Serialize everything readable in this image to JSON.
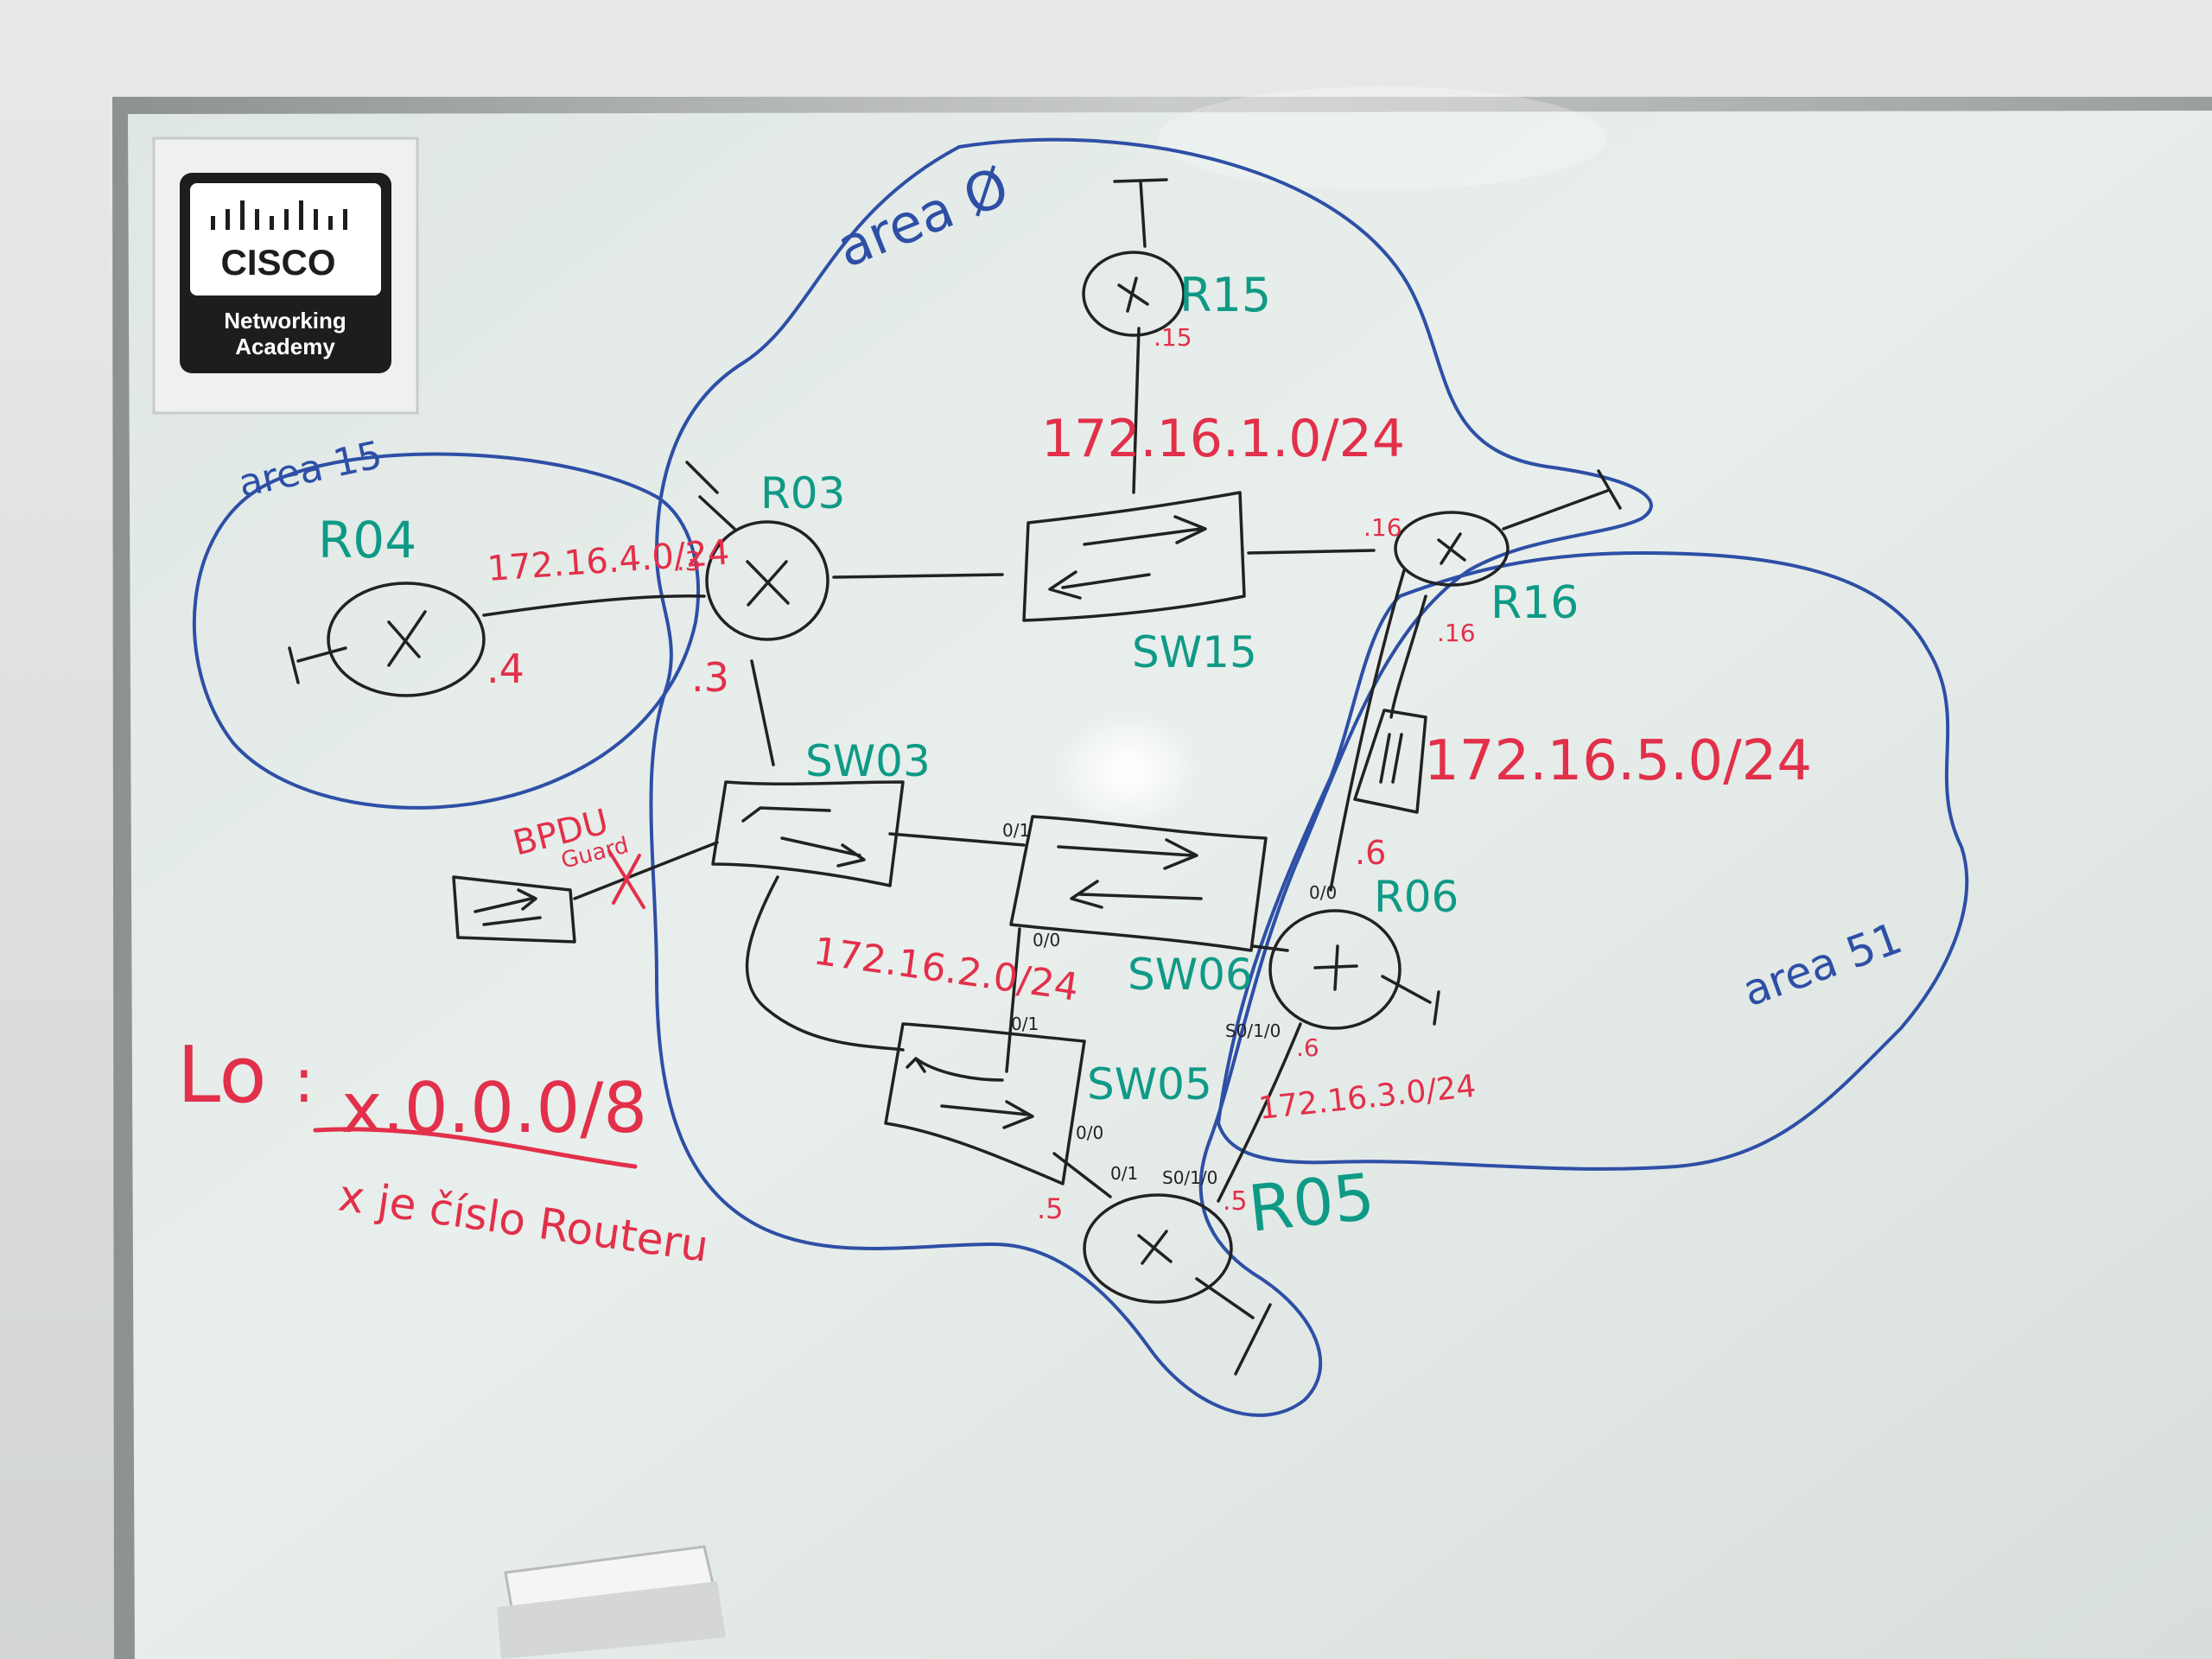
{
  "logo": {
    "brand": "CISCO",
    "line1": "Networking",
    "line2": "Academy"
  },
  "areas": {
    "area0": "area Ø",
    "area15": "area 15",
    "area51": "area 51"
  },
  "routers": {
    "r15": "R15",
    "r03": "R03",
    "r04": "R04",
    "r16": "R16",
    "r06": "R06",
    "r05": "R05"
  },
  "switches": {
    "sw15": "SW15",
    "sw03": "SW03",
    "sw06": "SW06",
    "sw05": "SW05"
  },
  "networks": {
    "net1": "172.16.1.0/24",
    "net4": "172.16.4.0/24",
    "net5": "172.16.5.0/24",
    "net2": "172.16.2.0/24",
    "net3": "172.16.3.0/24"
  },
  "host_ids": {
    "r15": ".15",
    "r16_top": ".16",
    "r16_bottom": ".16",
    "r04": ".4",
    "r03_net4": ".3",
    "r03_net2": ".3",
    "r06_net5": ".6",
    "r06_net3": ".6",
    "r05_net2": ".5",
    "r05_net3": ".5"
  },
  "ports": {
    "sw06_top": "0/1",
    "sw06_bottom": "0/0",
    "sw05_top": "0/1",
    "sw05_bottom": "0/0",
    "r05_left": "0/1",
    "r05_serial": "S0/1/0",
    "r06_left": "0/0",
    "r06_serial": "S0/1/0"
  },
  "bpdu": {
    "line1": "BPDU",
    "line2": "Guard"
  },
  "loopback": {
    "label": "Lo",
    "address": "x.0.0.0/8",
    "note": "x je číslo Routeru"
  },
  "colors": {
    "red_marker": "#e2304a",
    "green_marker": "#0f9a86",
    "blue_marker": "#2d4fa6",
    "black_marker": "#222222",
    "board": "#e6ece9"
  }
}
